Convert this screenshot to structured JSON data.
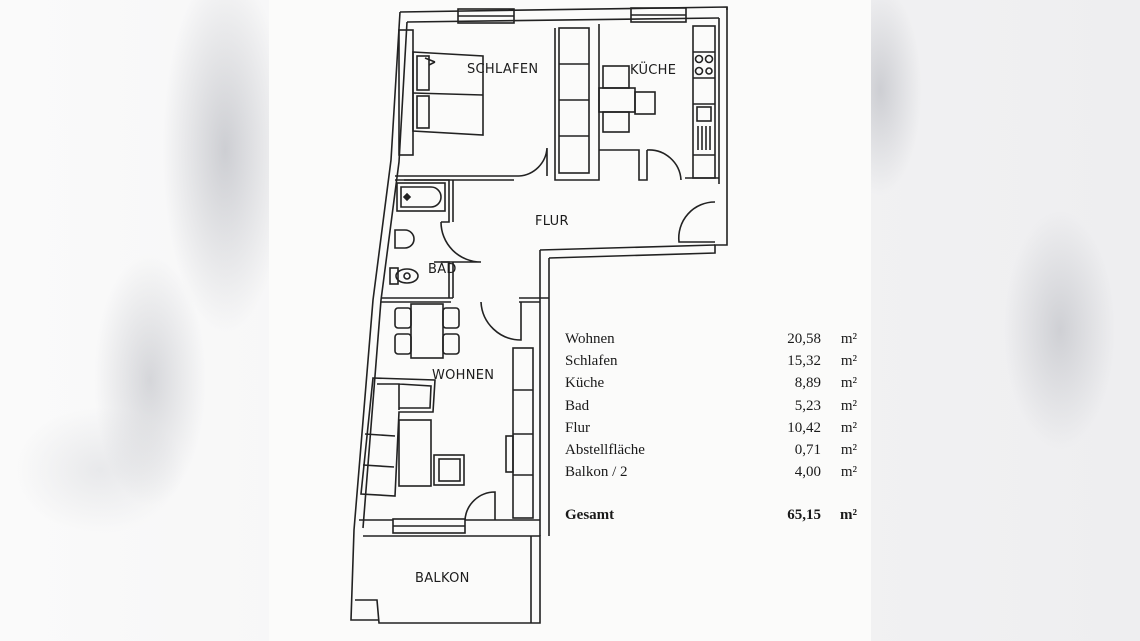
{
  "floor_plan": {
    "rooms": [
      {
        "id": "schlafen",
        "label": "SCHLAFEN"
      },
      {
        "id": "kueche",
        "label": "KÜCHE"
      },
      {
        "id": "flur",
        "label": "FLUR"
      },
      {
        "id": "bad",
        "label": "BAD"
      },
      {
        "id": "wohnen",
        "label": "WOHNEN"
      },
      {
        "id": "balkon",
        "label": "BALKON"
      }
    ]
  },
  "area_table": {
    "unit": "m²",
    "rows": [
      {
        "name": "Wohnen",
        "value": "20,58",
        "unit": "m²"
      },
      {
        "name": "Schlafen",
        "value": "15,32",
        "unit": "m²"
      },
      {
        "name": "Küche",
        "value": "8,89",
        "unit": "m²"
      },
      {
        "name": "Bad",
        "value": "5,23",
        "unit": "m²"
      },
      {
        "name": "Flur",
        "value": "10,42",
        "unit": "m²"
      },
      {
        "name": "Abstellfläche",
        "value": "0,71",
        "unit": "m²"
      },
      {
        "name": "Balkon / 2",
        "value": "4,00",
        "unit": "m²"
      }
    ],
    "total": {
      "name": "Gesamt",
      "value": "65,15",
      "unit": "m²"
    }
  },
  "colors": {
    "line": "#222222",
    "paper": "#fbfbfa"
  }
}
